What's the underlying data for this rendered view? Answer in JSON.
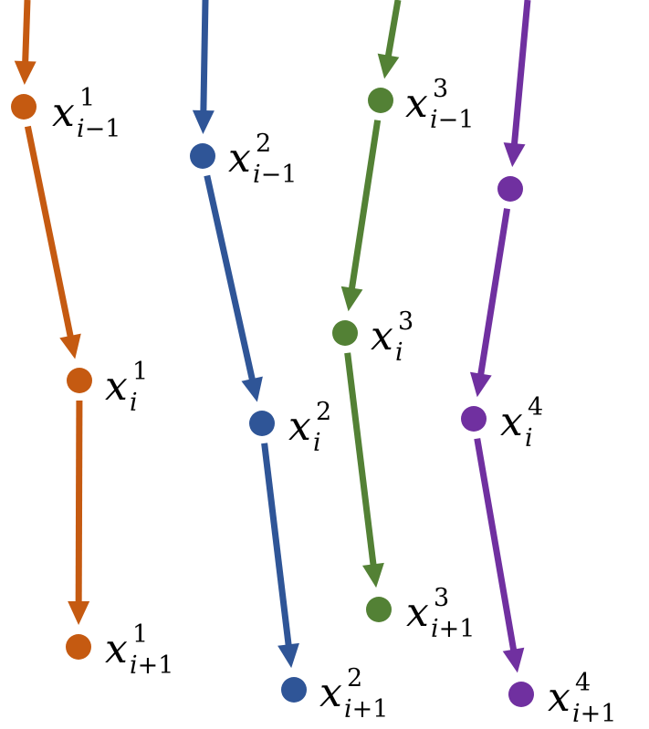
{
  "series": [
    {
      "color": "#c55a11",
      "nodes": [
        {
          "base": "x",
          "sup": "1",
          "sub": "i−1"
        },
        {
          "base": "x",
          "sup": "1",
          "sub": "i"
        },
        {
          "base": "x",
          "sup": "1",
          "sub": "i+1"
        }
      ]
    },
    {
      "color": "#2f5597",
      "nodes": [
        {
          "base": "x",
          "sup": "2",
          "sub": "i−1"
        },
        {
          "base": "x",
          "sup": "2",
          "sub": "i"
        },
        {
          "base": "x",
          "sup": "2",
          "sub": "i+1"
        }
      ]
    },
    {
      "color": "#538135",
      "nodes": [
        {
          "base": "x",
          "sup": "3",
          "sub": "i−1"
        },
        {
          "base": "x",
          "sup": "3",
          "sub": "i"
        },
        {
          "base": "x",
          "sup": "3",
          "sub": "i+1"
        }
      ]
    },
    {
      "color": "#7030a0",
      "nodes": [
        {
          "base": "",
          "sup": "",
          "sub": ""
        },
        {
          "base": "x",
          "sup": "4",
          "sub": "i"
        },
        {
          "base": "x",
          "sup": "4",
          "sub": "i+1"
        }
      ]
    }
  ]
}
